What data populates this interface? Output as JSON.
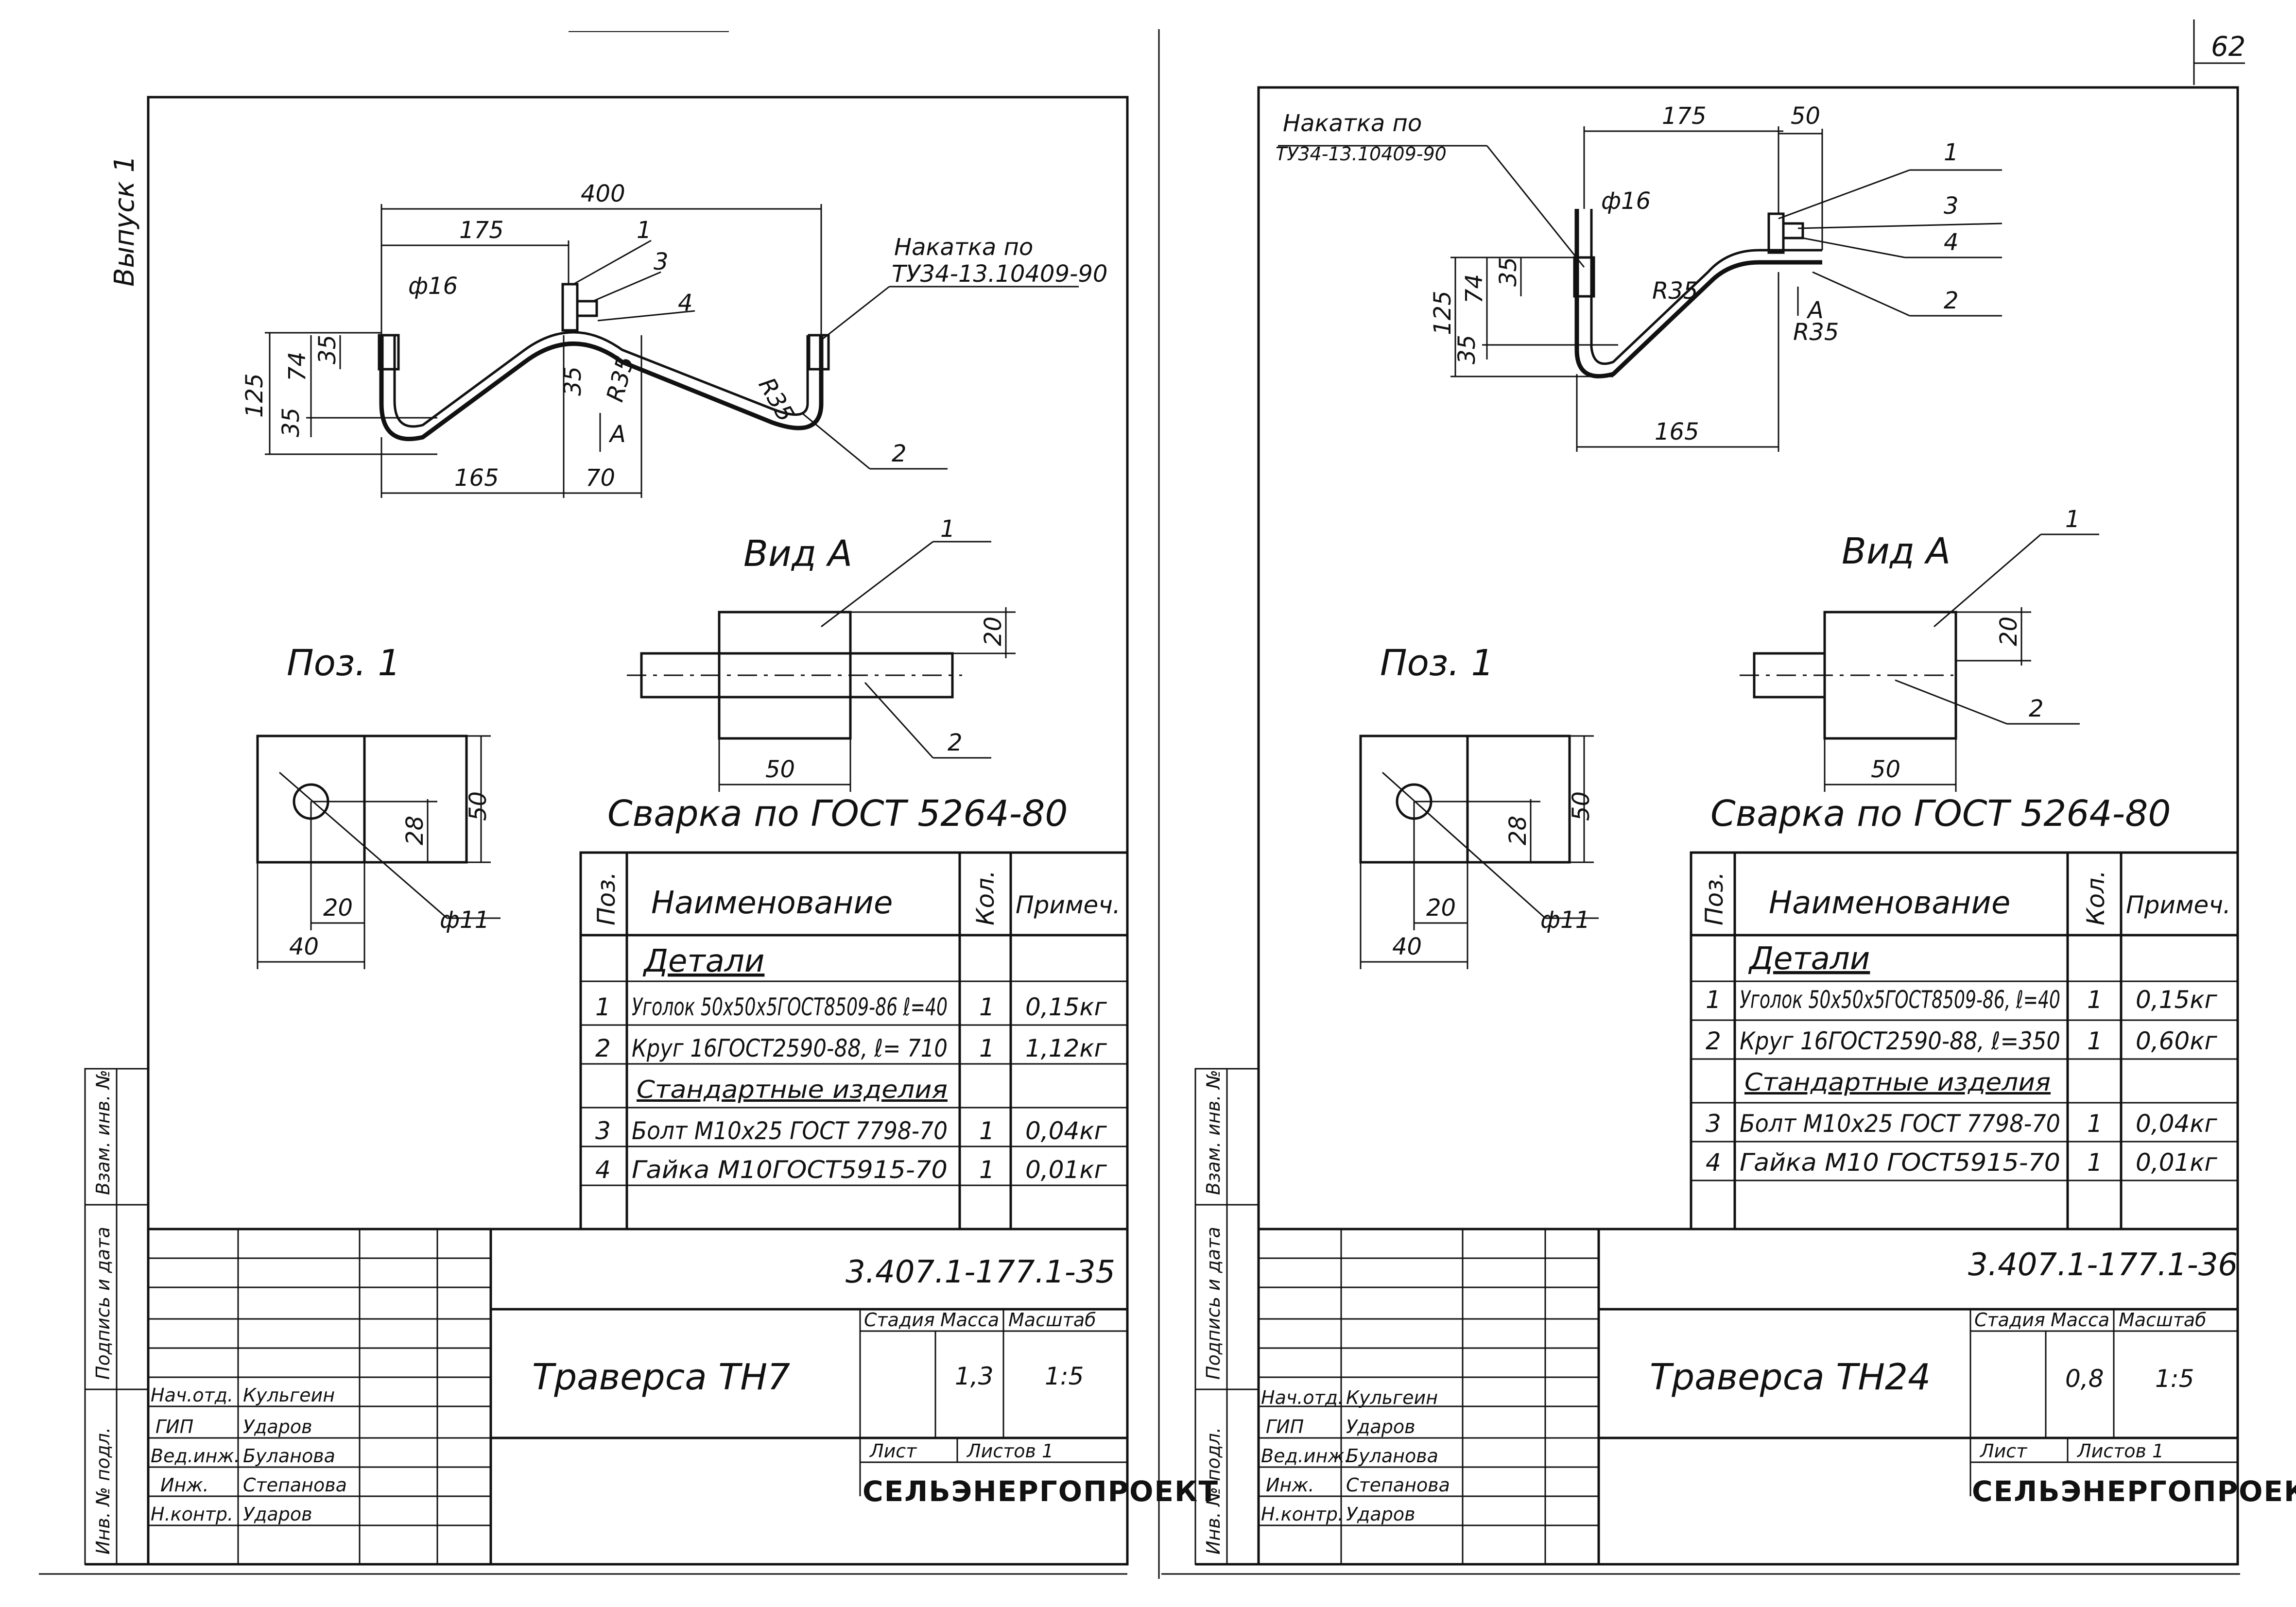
{
  "page_number": "62",
  "side_label": "Выпуск 1",
  "left": {
    "knurling_note": [
      "Накатка по",
      "ТУ34-13.10409-90"
    ],
    "dims": {
      "d400": "400",
      "d175": "175",
      "phi16": "ф16",
      "d35": "35",
      "d74": "74",
      "d125": "125",
      "d35b": "35",
      "d165": "165",
      "d70": "70",
      "r35a": "R35",
      "r35b": "R35",
      "d35c": "35",
      "a": "А"
    },
    "pos": [
      "1",
      "3",
      "4",
      "2"
    ],
    "view_title": "Вид А",
    "view_dims": {
      "w50": "50",
      "h20": "20",
      "p1": "1",
      "p2": "2"
    },
    "pos1_title": "Поз. 1",
    "pos1_dims": {
      "d50": "50",
      "d28": "28",
      "d20": "20",
      "d40": "40",
      "hole": "ф11"
    },
    "weld_note": "Сварка по ГОСТ 5264-80",
    "spec": {
      "headers": [
        "Поз.",
        "Наименование",
        "Кол.",
        "Примеч."
      ],
      "section_parts": "Детали",
      "rows_parts": [
        {
          "pos": "1",
          "name": "Уголок 50х50х5ГОСТ8509-86 ℓ=40",
          "qty": "1",
          "note": "0,15кг"
        },
        {
          "pos": "2",
          "name": "Круг 16ГОСТ2590-88, ℓ= 710",
          "qty": "1",
          "note": "1,12кг"
        }
      ],
      "section_std": "Стандартные изделия",
      "rows_std": [
        {
          "pos": "3",
          "name": "Болт М10х25 ГОСТ 7798-70",
          "qty": "1",
          "note": "0,04кг"
        },
        {
          "pos": "4",
          "name": "Гайка М10ГОСТ5915-70",
          "qty": "1",
          "note": "0,01кг"
        }
      ]
    },
    "title_block": {
      "doc_code": "3.407.1-177.1-35",
      "title": "Траверса ТН7",
      "stage_label": "Стадия",
      "mass_label": "Масса",
      "scale_label": "Масштаб",
      "mass": "1,3",
      "scale": "1:5",
      "sheet_label": "Лист",
      "sheets_label": "Листов 1",
      "org": "СЕЛЬЭНЕРГОПРОЕКТ",
      "signers": [
        {
          "role": "Нач.отд.",
          "name": "Кульгеин"
        },
        {
          "role": "ГИП",
          "name": "Ударов"
        },
        {
          "role": "Вед.инж.",
          "name": "Буланова"
        },
        {
          "role": "Инж.",
          "name": "Степанова"
        },
        {
          "role": "Н.контр.",
          "name": "Ударов"
        }
      ]
    },
    "stamp_cols": [
      "Инв. № подл.",
      "Подпись и дата",
      "Взам. инв. №"
    ]
  },
  "right": {
    "knurling_note": [
      "Накатка по",
      "ТУ34-13.10409-90"
    ],
    "dims": {
      "d175": "175",
      "d50": "50",
      "phi16": "ф16",
      "d35": "35",
      "d74": "74",
      "d125": "125",
      "d35b": "35",
      "d165": "165",
      "r35a": "R35",
      "r35b": "R35",
      "a": "А"
    },
    "pos": [
      "1",
      "3",
      "4",
      "2"
    ],
    "view_title": "Вид А",
    "view_dims": {
      "w50": "50",
      "h20": "20",
      "p1": "1",
      "p2": "2"
    },
    "pos1_title": "Поз. 1",
    "pos1_dims": {
      "d50": "50",
      "d28": "28",
      "d20": "20",
      "d40": "40",
      "hole": "ф11"
    },
    "weld_note": "Сварка по ГОСТ 5264-80",
    "spec": {
      "headers": [
        "Поз.",
        "Наименование",
        "Кол.",
        "Примеч."
      ],
      "section_parts": "Детали",
      "rows_parts": [
        {
          "pos": "1",
          "name": "Уголок 50х50х5ГОСТ8509-86, ℓ=40",
          "qty": "1",
          "note": "0,15кг"
        },
        {
          "pos": "2",
          "name": "Круг 16ГОСТ2590-88, ℓ=350",
          "qty": "1",
          "note": "0,60кг"
        }
      ],
      "section_std": "Стандартные изделия",
      "rows_std": [
        {
          "pos": "3",
          "name": "Болт М10х25 ГОСТ 7798-70",
          "qty": "1",
          "note": "0,04кг"
        },
        {
          "pos": "4",
          "name": "Гайка М10 ГОСТ5915-70",
          "qty": "1",
          "note": "0,01кг"
        }
      ]
    },
    "title_block": {
      "doc_code": "3.407.1-177.1-36",
      "title": "Траверса ТН24",
      "stage_label": "Стадия",
      "mass_label": "Масса",
      "scale_label": "Масштаб",
      "mass": "0,8",
      "scale": "1:5",
      "sheet_label": "Лист",
      "sheets_label": "Листов 1",
      "org": "СЕЛЬЭНЕРГОПРОЕКТ",
      "signers": [
        {
          "role": "Нач.отд.",
          "name": "Кульгеин"
        },
        {
          "role": "ГИП",
          "name": "Ударов"
        },
        {
          "role": "Вед.инж.",
          "name": "Буланова"
        },
        {
          "role": "Инж.",
          "name": "Степанова"
        },
        {
          "role": "Н.контр.",
          "name": "Ударов"
        }
      ]
    },
    "stamp_cols": [
      "Инв. № подл.",
      "Подпись и дата",
      "Взам. инв. №"
    ]
  }
}
